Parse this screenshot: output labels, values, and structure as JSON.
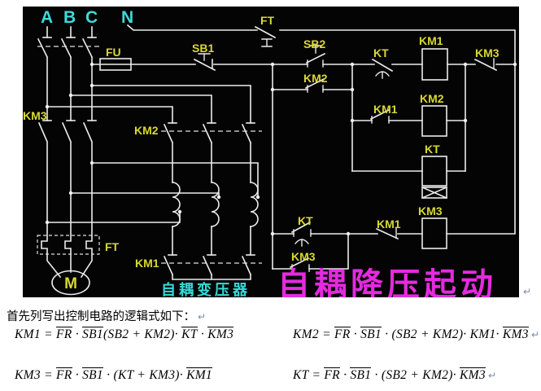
{
  "colors": {
    "panel_bg": "#040404",
    "wire": "#ececec",
    "label_yellow": "#d8d832",
    "phase_cyan": "#3fd9d9",
    "banner_magenta": "#e52ae0"
  },
  "circuit": {
    "phases": {
      "a": "A",
      "b": "B",
      "c": "C",
      "n": "N"
    },
    "labels": {
      "ft_top": "FT",
      "fu": "FU",
      "sb1": "SB1",
      "sb2": "SB2",
      "km2_aux": "KM2",
      "kt_nc": "KT",
      "km1_coil": "KM1",
      "km3_nc": "KM3",
      "km1_no": "KM1",
      "km2_coil": "KM2",
      "kt_coil": "KT",
      "kt_no": "KT",
      "km3_no": "KM3",
      "km1_nc": "KM1",
      "km3_coil": "KM3",
      "km3_main": "KM3",
      "km2_main": "KM2",
      "km1_main": "KM1",
      "ft_main": "FT",
      "motor": "M"
    },
    "captions": {
      "transformer": "自耦变压器",
      "banner": "自耦降压起动"
    }
  },
  "notes": {
    "intro": "首先列写出控制电路的逻辑式如下：",
    "return_mark": "↵",
    "equations": [
      {
        "id": "km1",
        "segments": [
          {
            "t": "KM1 = "
          },
          {
            "t": "FR",
            "ov": true
          },
          {
            "t": " · "
          },
          {
            "t": "SB1",
            "ov": true
          },
          {
            "t": "(SB2 + KM2)· "
          },
          {
            "t": "KT",
            "ov": true
          },
          {
            "t": " · "
          },
          {
            "t": "KM3",
            "ov": true
          }
        ],
        "trailing_return": false
      },
      {
        "id": "km2",
        "segments": [
          {
            "t": "KM2 = "
          },
          {
            "t": "FR",
            "ov": true
          },
          {
            "t": " · "
          },
          {
            "t": "SB1",
            "ov": true
          },
          {
            "t": " · (SB2 + KM2)· KM1· "
          },
          {
            "t": "KM3",
            "ov": true
          }
        ],
        "trailing_return": true
      },
      {
        "id": "km3",
        "segments": [
          {
            "t": "KM3 = "
          },
          {
            "t": "FR",
            "ov": true
          },
          {
            "t": " · "
          },
          {
            "t": "SB1",
            "ov": true
          },
          {
            "t": " · (KT + KM3)· "
          },
          {
            "t": "KM1",
            "ov": true
          }
        ],
        "trailing_return": false
      },
      {
        "id": "kt",
        "segments": [
          {
            "t": "KT = "
          },
          {
            "t": "FR",
            "ov": true
          },
          {
            "t": " · "
          },
          {
            "t": "SB1",
            "ov": true
          },
          {
            "t": " · (SB2 + KM2)· "
          },
          {
            "t": "KM3",
            "ov": true
          }
        ],
        "trailing_return": true
      }
    ]
  }
}
